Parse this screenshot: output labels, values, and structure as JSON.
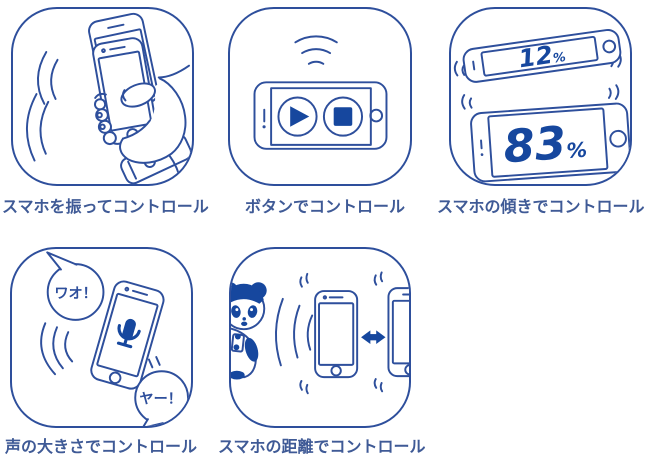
{
  "colors": {
    "stroke": "#2e4f9c",
    "fill": "#16479e",
    "caption": "#3f5a96",
    "background": "#ffffff"
  },
  "icons": {
    "play": "triangle-right",
    "stop": "square",
    "microphone": "mic-capsule",
    "sound_waves": "concentric-arcs",
    "signal_waves": "wifi-arcs",
    "distance_arrow": "double-headed-arrow",
    "panda": "panda-mascot"
  },
  "panels": [
    {
      "id": "shake",
      "caption": "スマホを振ってコントロール"
    },
    {
      "id": "buttons",
      "caption": "ボタンでコントロール"
    },
    {
      "id": "tilt",
      "caption": "スマホの傾きでコントロール",
      "top_value": "12",
      "bottom_value": "83",
      "unit": "%"
    },
    {
      "id": "voice",
      "caption": "声の大きさでコントロール",
      "bubble_top": "ワオ！",
      "bubble_bottom": "ヤー！"
    },
    {
      "id": "distance",
      "caption": "スマホの距離でコントロール"
    }
  ]
}
